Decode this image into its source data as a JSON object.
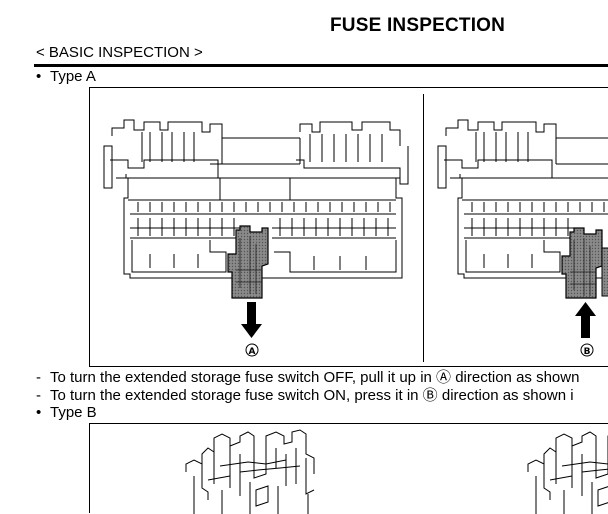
{
  "header": {
    "title": "FUSE INSPECTION",
    "section": "< BASIC INSPECTION >"
  },
  "type_a": {
    "label": "Type A",
    "callout_left": "A",
    "callout_right": "B"
  },
  "instructions": [
    "To turn the extended storage fuse switch OFF, pull it up in Ⓐ direction as shown",
    "To turn the extended storage fuse switch ON, press it in Ⓑ direction as shown i"
  ],
  "type_b": {
    "label": "Type B"
  }
}
